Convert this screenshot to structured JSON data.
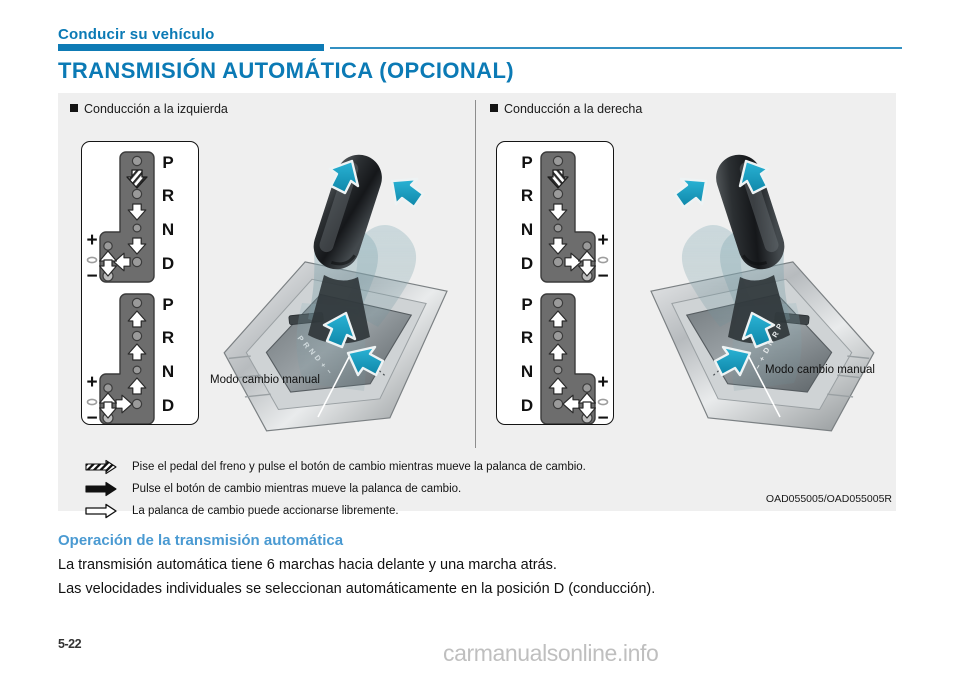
{
  "header": {
    "chapter": "Conducir su vehículo",
    "section_title": "TRANSMISIÓN AUTOMÁTICA (OPCIONAL)",
    "accent_color": "#0b7ab5",
    "rule_color": "#0e7bb5"
  },
  "figure": {
    "columns": [
      {
        "label": "Conducción a la izquierda"
      },
      {
        "label": "Conducción a la derecha"
      }
    ],
    "gear_positions": [
      "P",
      "R",
      "N",
      "D"
    ],
    "manual_marks": {
      "plus": "+",
      "neutral": "",
      "minus": "−"
    },
    "callouts": [
      {
        "text": "Modo cambio manual"
      },
      {
        "text": "Modo cambio manual"
      }
    ],
    "legend": [
      {
        "icon": "hatched-arrow-icon",
        "text": "Pise el pedal del freno y pulse el botón de cambio mientras mueve la palanca de cambio."
      },
      {
        "icon": "solid-arrow-icon",
        "text": "Pulse el botón de cambio mientras mueve la palanca de cambio."
      },
      {
        "icon": "outline-arrow-icon",
        "text": "La palanca de cambio puede accionarse libremente."
      }
    ],
    "figure_code": "OAD055005/OAD055005R",
    "arrow_color": "#1f9ec4",
    "panel_bg": "#efefef"
  },
  "content": {
    "sub_heading": "Operación de la transmisión automática",
    "sub_heading_color": "#4a9ad2",
    "paragraphs": [
      "La transmisión automática tiene 6 marchas hacia delante y una marcha atrás.",
      "Las velocidades individuales se seleccionan automáticamente en la posición D (conducción)."
    ]
  },
  "footer": {
    "page_number": "5-22",
    "watermark": "carmanualsonline.info"
  }
}
